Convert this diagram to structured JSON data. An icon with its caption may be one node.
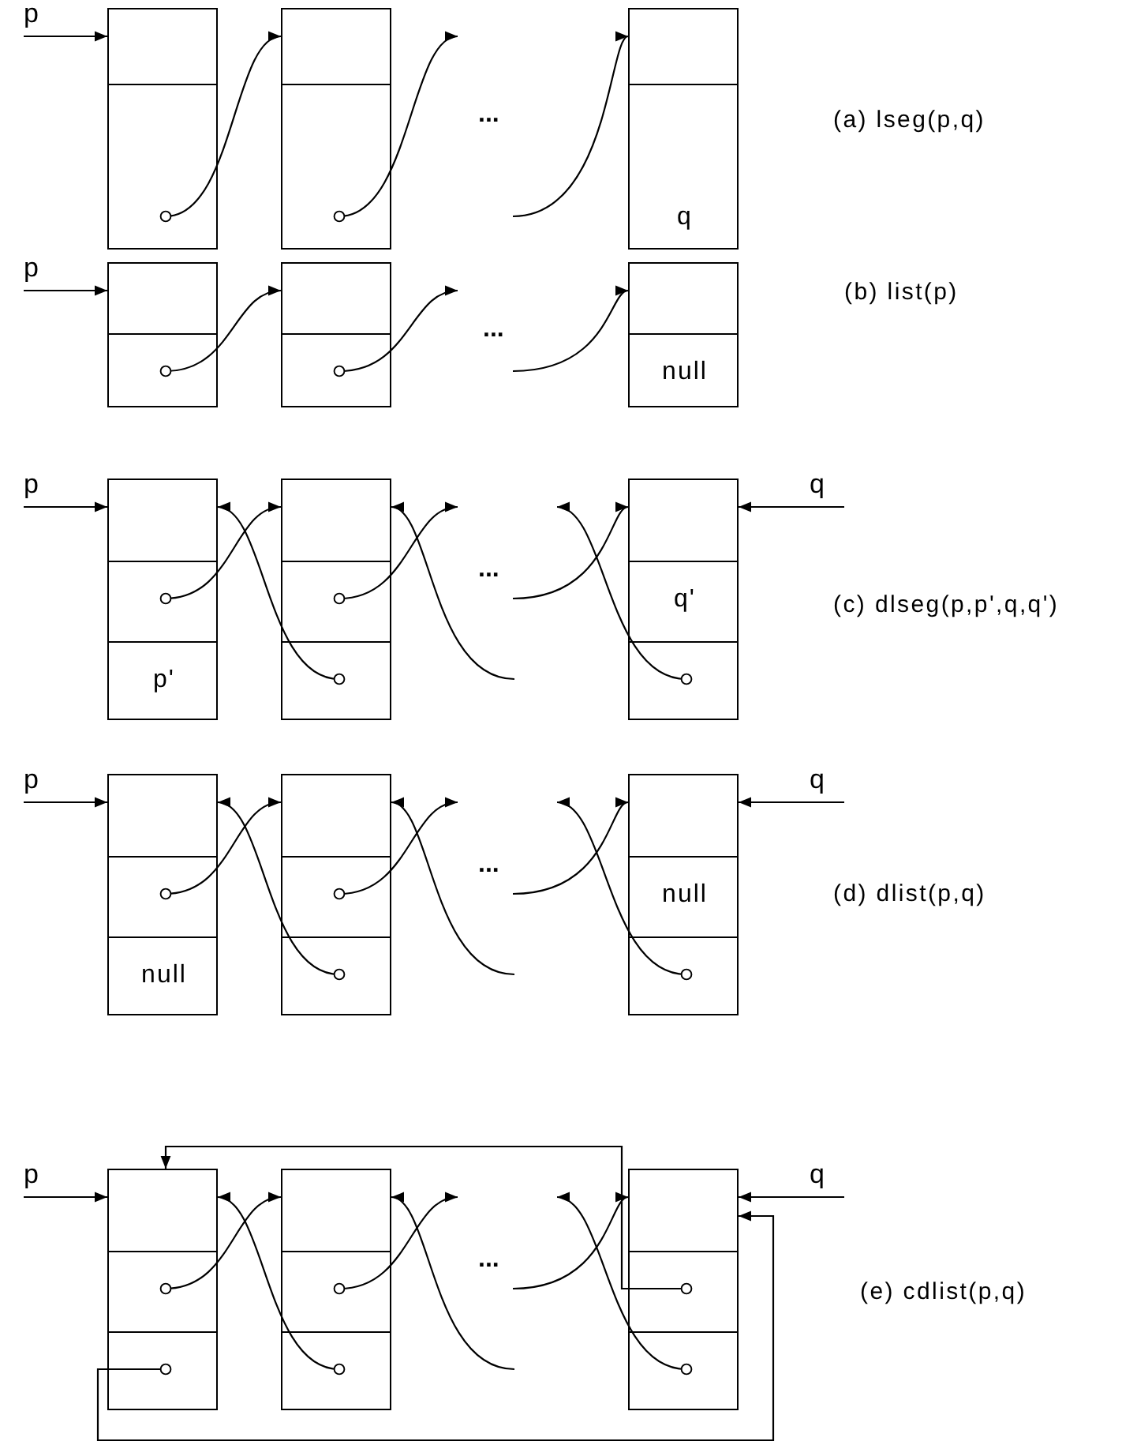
{
  "diagram": {
    "nodes": [
      {
        "text": [
          "p"
        ]
      },
      {
        "text": [],
        "shape": "box"
      },
      {
        "text": [],
        "shape": "box"
      },
      {
        "text": [
          "q"
        ]
      },
      {
        "text": [
          "p"
        ]
      },
      {
        "text": [],
        "shape": "box"
      },
      {
        "text": [],
        "shape": "box"
      },
      {
        "text": [
          "null"
        ]
      },
      {
        "text": [
          "p"
        ]
      },
      {
        "text": [
          "p'"
        ]
      },
      {
        "text": [],
        "shape": "box"
      },
      {
        "text": [
          "q'"
        ]
      },
      {
        "text": [
          "q"
        ]
      },
      {
        "text": [
          "p"
        ]
      },
      {
        "text": [
          "null"
        ]
      },
      {
        "text": [],
        "shape": "box"
      },
      {
        "text": [
          "null"
        ]
      },
      {
        "text": [
          "q"
        ]
      },
      {
        "text": [
          "p"
        ]
      },
      {
        "text": [],
        "shape": "box"
      },
      {
        "text": [],
        "shape": "box"
      },
      {
        "text": [],
        "shape": "box"
      },
      {
        "text": [
          "q"
        ]
      }
    ],
    "edges": [
      {
        "from": 0,
        "to": 1,
        "arrow": "to"
      },
      {
        "from": 1,
        "to": 2,
        "arrow": "to"
      },
      {
        "from": 2,
        "to": null,
        "arrow": "to"
      },
      {
        "from": null,
        "to": 3,
        "arrow": "to"
      },
      {
        "from": 4,
        "to": 5,
        "arrow": "to"
      },
      {
        "from": 5,
        "to": 6,
        "arrow": "to"
      },
      {
        "from": 6,
        "to": null,
        "arrow": "to"
      },
      {
        "from": null,
        "to": 7,
        "arrow": "to"
      },
      {
        "from": 8,
        "to": 9,
        "arrow": "to"
      },
      {
        "from": 9,
        "to": 10,
        "arrow": "to"
      },
      {
        "from": 10,
        "to": 9,
        "arrow": "to"
      },
      {
        "from": 10,
        "to": null,
        "arrow": "to"
      },
      {
        "from": null,
        "to": 10,
        "arrow": "to"
      },
      {
        "from": null,
        "to": 11,
        "arrow": "to"
      },
      {
        "from": 11,
        "to": null,
        "arrow": "to"
      },
      {
        "from": 12,
        "to": 11,
        "arrow": "to"
      },
      {
        "from": 13,
        "to": 14,
        "arrow": "to"
      },
      {
        "from": 14,
        "to": 15,
        "arrow": "to"
      },
      {
        "from": 15,
        "to": 14,
        "arrow": "to"
      },
      {
        "from": 15,
        "to": null,
        "arrow": "to"
      },
      {
        "from": null,
        "to": 15,
        "arrow": "to"
      },
      {
        "from": null,
        "to": 16,
        "arrow": "to"
      },
      {
        "from": 16,
        "to": null,
        "arrow": "to"
      },
      {
        "from": 17,
        "to": 16,
        "arrow": "to"
      },
      {
        "from": 18,
        "to": 19,
        "arrow": "to"
      },
      {
        "from": 19,
        "to": 20,
        "arrow": "to"
      },
      {
        "from": 20,
        "to": 19,
        "arrow": "to"
      },
      {
        "from": 20,
        "to": null,
        "arrow": "to"
      },
      {
        "from": null,
        "to": 20,
        "arrow": "to"
      },
      {
        "from": null,
        "to": 21,
        "arrow": "to"
      },
      {
        "from": 21,
        "to": null,
        "arrow": "to"
      },
      {
        "from": 22,
        "to": 21,
        "arrow": "to"
      },
      {
        "from": 21,
        "to": 19,
        "arrow": "to"
      },
      {
        "from": 19,
        "to": 21,
        "arrow": "to"
      }
    ],
    "labels": [
      "...",
      "(a) lseg(p,q)",
      "...",
      "(b) list(p)",
      "...",
      "(c) dlseg(p,p',q,q')",
      "...",
      "(d) dlist(p,q)",
      "...",
      "(e) cdlist(p,q)"
    ]
  }
}
